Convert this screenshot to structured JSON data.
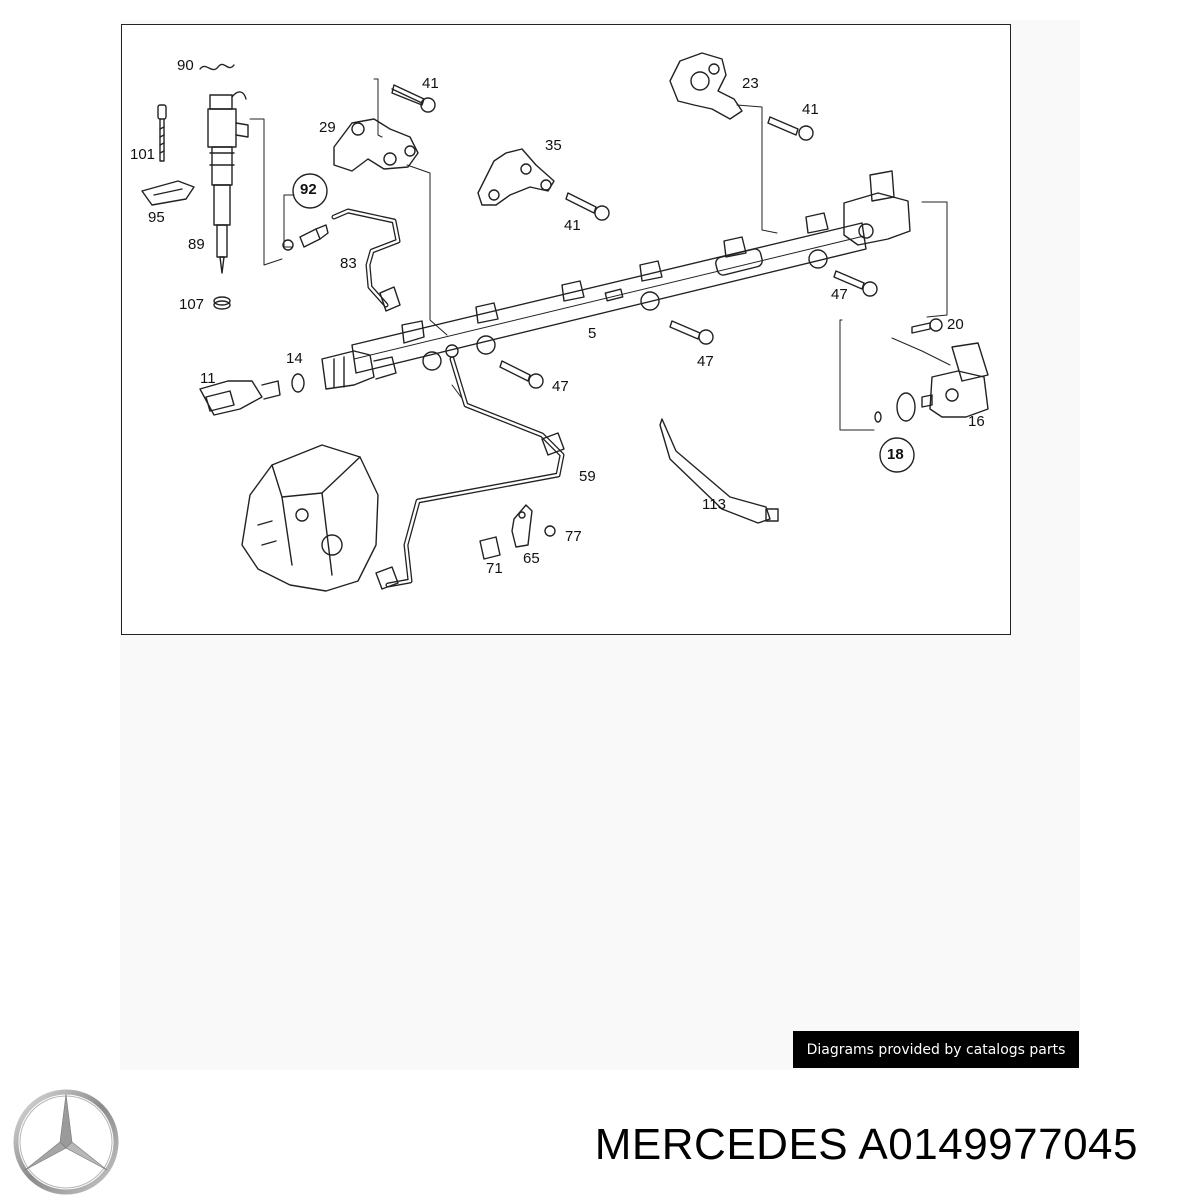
{
  "diagram": {
    "callouts": {
      "c90": "90",
      "c101": "101",
      "c95": "95",
      "c89": "89",
      "c107": "107",
      "c92": "92",
      "c83": "83",
      "c29": "29",
      "c41a": "41",
      "c35": "35",
      "c41b": "41",
      "c23": "23",
      "c41c": "41",
      "c47a": "47",
      "c5": "5",
      "c47b": "47",
      "c47c": "47",
      "c20": "20",
      "c16": "16",
      "c18": "18",
      "c11": "11",
      "c14": "14",
      "c59": "59",
      "c113": "113",
      "c77": "77",
      "c65": "65",
      "c71": "71"
    }
  },
  "credit": "Diagrams provided by catalogs parts",
  "brand": {
    "logo_icon": "mercedes-star-icon"
  },
  "title": "MERCEDES A0149977045",
  "colors": {
    "line": "#222222",
    "badge_bg": "#000000",
    "panel_bg": "#f9f9f9"
  }
}
